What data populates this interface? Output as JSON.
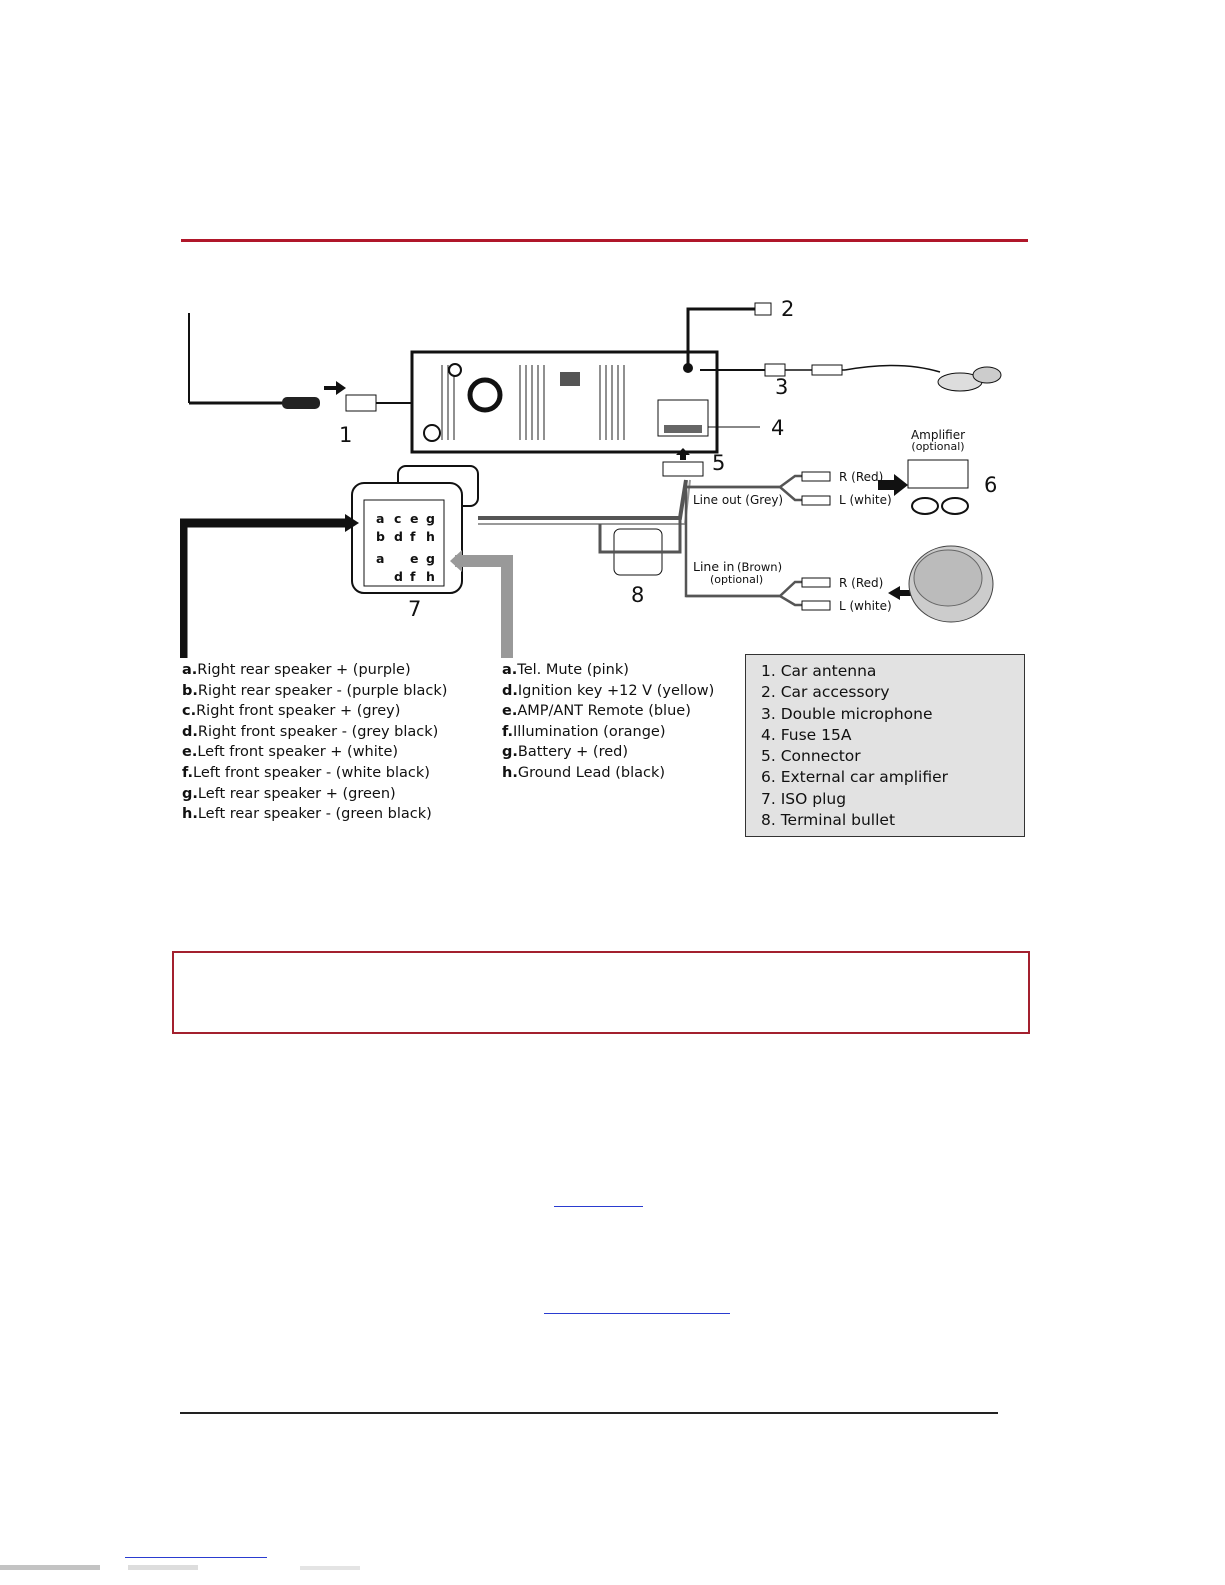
{
  "diagram": {
    "callouts": [
      "1",
      "2",
      "3",
      "4",
      "5",
      "6",
      "7",
      "8"
    ],
    "amplifier_title": "Amplifier",
    "amplifier_optional": "(optional)",
    "line_out": "Line out (Grey)",
    "line_in_main": "Line in",
    "line_in_color": "(Brown)",
    "line_in_optional": "(optional)",
    "r_red": "R (Red)",
    "l_white": "L (white)",
    "iso_pins_row1": [
      "a",
      "c",
      "e",
      "g"
    ],
    "iso_pins_row2": [
      "b",
      "d",
      "f",
      "h"
    ],
    "iso_pins_row3": [
      "a",
      "e",
      "g"
    ],
    "iso_pins_row4": [
      "d",
      "f",
      "h"
    ]
  },
  "left_wiring": [
    {
      "key": "a.",
      "text": "Right rear speaker + (purple)"
    },
    {
      "key": "b.",
      "text": "Right rear speaker - (purple black)"
    },
    {
      "key": "c.",
      "text": "Right front speaker + (grey)"
    },
    {
      "key": "d.",
      "text": "Right front speaker - (grey black)"
    },
    {
      "key": "e.",
      "text": "Left front speaker + (white)"
    },
    {
      "key": "f.",
      "text": "Left front speaker - (white black)"
    },
    {
      "key": "g.",
      "text": "Left rear speaker + (green)"
    },
    {
      "key": "h.",
      "text": "Left rear speaker - (green black)"
    }
  ],
  "right_wiring": [
    {
      "key": "a.",
      "text": "Tel. Mute (pink)"
    },
    {
      "key": "d.",
      "text": "Ignition key +12 V (yellow)"
    },
    {
      "key": "e.",
      "text": "AMP/ANT Remote (blue)"
    },
    {
      "key": "f.",
      "text": "Illumination (orange)"
    },
    {
      "key": "g.",
      "text": "Battery + (red)"
    },
    {
      "key": "h.",
      "text": "Ground Lead (black)"
    }
  ],
  "legend": [
    "1. Car antenna",
    "2. Car accessory",
    "3. Double microphone",
    "4. Fuse 15A",
    "5. Connector",
    "6. External car amplifier",
    "7. ISO plug",
    "8. Terminal bullet"
  ],
  "colors": {
    "rule": "#b0172a",
    "note_border": "#a3202e",
    "link": "#2a3cd0",
    "legend_bg": "#e2e2e2"
  }
}
